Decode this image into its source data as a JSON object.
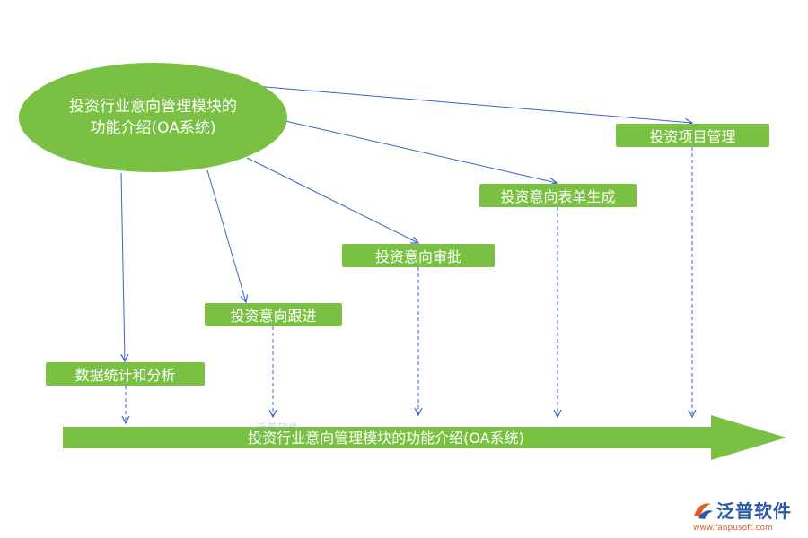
{
  "diagram": {
    "root_label": "投资行业意向管理模块的功能介绍(OA系统)",
    "items": [
      {
        "label": "投资项目管理"
      },
      {
        "label": "投资意向表单生成"
      },
      {
        "label": "投资意向审批"
      },
      {
        "label": "投资意向跟进"
      },
      {
        "label": "数据统计和分析"
      }
    ],
    "timeline_label": "投资行业意向管理模块的功能介绍(OA系统)"
  },
  "watermark": "泛普软件",
  "logo": {
    "name": "泛普软件",
    "url": "www.fanpusoft.com"
  },
  "colors": {
    "green": "#7ac143",
    "connector": "#3a63c9",
    "logo_blue": "#2a5aa8",
    "logo_orange": "#e45c2a"
  }
}
